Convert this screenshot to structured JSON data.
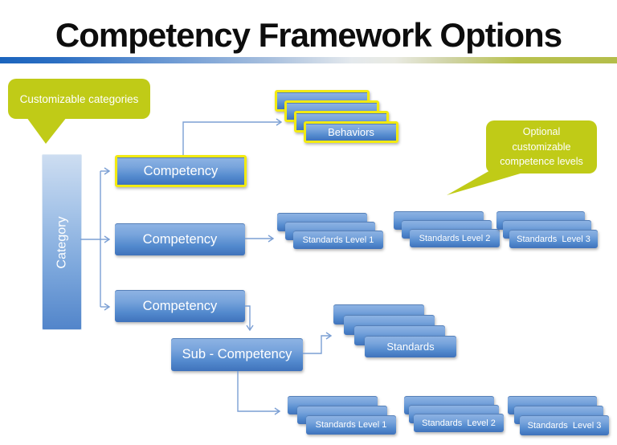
{
  "slide": {
    "title": "Competency Framework Options"
  },
  "callouts": {
    "categories": {
      "text": "Customizable categories"
    },
    "levels": {
      "lines": [
        "Optional",
        "customizable",
        "competence levels"
      ]
    }
  },
  "category": {
    "label": "Category"
  },
  "boxes": {
    "competency1": "Competency",
    "competency2": "Competency",
    "competency3": "Competency",
    "sub_competency": "Sub - Competency"
  },
  "stacks": {
    "behaviors": {
      "label": "Behaviors",
      "boxes": 4,
      "highlighted": true
    },
    "row2": [
      {
        "label": "Standards Level 1",
        "boxes": 3
      },
      {
        "label": "Standards Level 2",
        "boxes": 3
      },
      {
        "label": "Standards  Level 3",
        "boxes": 3
      }
    ],
    "standards": {
      "label": "Standards",
      "boxes": 4
    },
    "row3": [
      {
        "label": "Standards Level 1",
        "boxes": 3
      },
      {
        "label": "Standards  Level 2",
        "boxes": 3
      },
      {
        "label": "Standards  Level 3",
        "boxes": 3
      }
    ]
  },
  "colors": {
    "box_blue_top": "#8fb4e4",
    "box_blue_bottom": "#3f72bb",
    "highlight_yellow": "#f2ea12",
    "callout_green": "#c0cb17",
    "connector_blue": "#7b9fd4",
    "rule_left_blue": "#1a64bd",
    "rule_right_green": "#b4bd4a",
    "title_color": "#0d0d0d"
  }
}
